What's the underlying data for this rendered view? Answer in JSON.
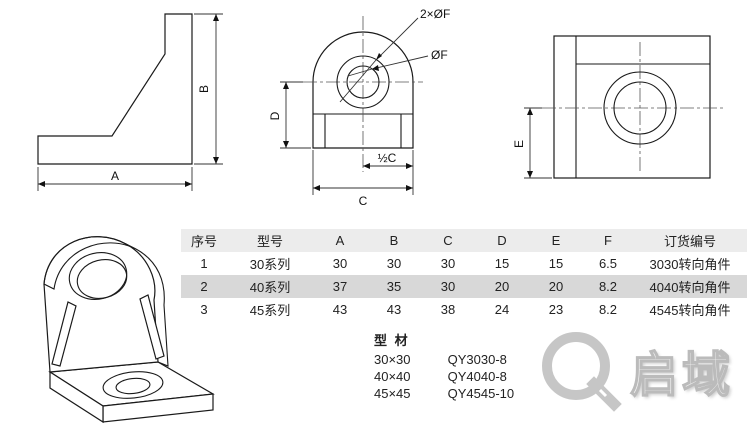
{
  "dims": {
    "A": "A",
    "B": "B",
    "C": "C",
    "D": "D",
    "E": "E",
    "half_c": "½C",
    "hole_pattern": "2×ØF",
    "hole_dia": "ØF"
  },
  "table": {
    "headers": [
      "序号",
      "型号",
      "A",
      "B",
      "C",
      "D",
      "E",
      "F",
      "订货编号"
    ],
    "rows": [
      [
        "1",
        "30系列",
        "30",
        "30",
        "30",
        "15",
        "15",
        "6.5",
        "3030转向角件"
      ],
      [
        "2",
        "40系列",
        "37",
        "35",
        "30",
        "20",
        "20",
        "8.2",
        "4040转向角件"
      ],
      [
        "3",
        "45系列",
        "43",
        "43",
        "38",
        "24",
        "23",
        "8.2",
        "4545转向角件"
      ]
    ],
    "highlight_row_color": "#d8d8d8",
    "header_color": "#ececec"
  },
  "materials": {
    "title": "型  材",
    "rows": [
      [
        "30×30",
        "QY3030-8"
      ],
      [
        "40×40",
        "QY4040-8"
      ],
      [
        "45×45",
        "QY4545-10"
      ]
    ]
  },
  "watermark": {
    "text": "启域"
  }
}
